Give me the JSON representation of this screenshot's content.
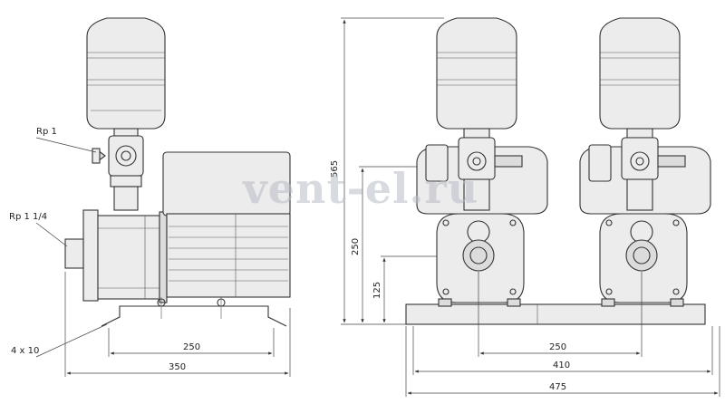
{
  "labels": {
    "rp1": "Rp 1",
    "rp1_1_4": "Rp 1 1/4",
    "holes": "4 x 10"
  },
  "dimensions": {
    "side_250": "250",
    "side_350": "350",
    "height_565": "565",
    "height_250": "250",
    "height_125": "125",
    "front_250": "250",
    "front_410": "410",
    "front_475": "475"
  },
  "watermark": "vent-el.ru"
}
